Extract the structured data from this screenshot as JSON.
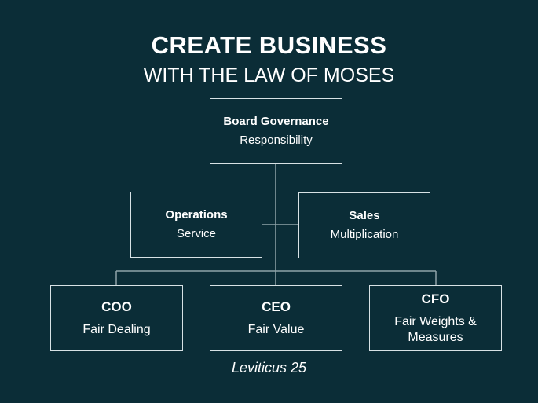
{
  "header": {
    "title": "CREATE BUSINESS",
    "subtitle": "WITH THE LAW OF MOSES"
  },
  "nodes": {
    "board": {
      "title": "Board Governance",
      "subtitle": "Responsibility"
    },
    "operations": {
      "title": "Operations",
      "subtitle": "Service"
    },
    "sales": {
      "title": "Sales",
      "subtitle": "Multiplication"
    },
    "coo": {
      "title": "COO",
      "subtitle": "Fair Dealing"
    },
    "ceo": {
      "title": "CEO",
      "subtitle": "Fair Value"
    },
    "cfo": {
      "title": "CFO",
      "subtitle": "Fair Weights & Measures"
    }
  },
  "footer": {
    "reference": "Leviticus 25"
  },
  "colors": {
    "background": "#0b2d37",
    "lines": "#8fa3a9",
    "border": "#d8e2e5",
    "text": "#ffffff"
  }
}
